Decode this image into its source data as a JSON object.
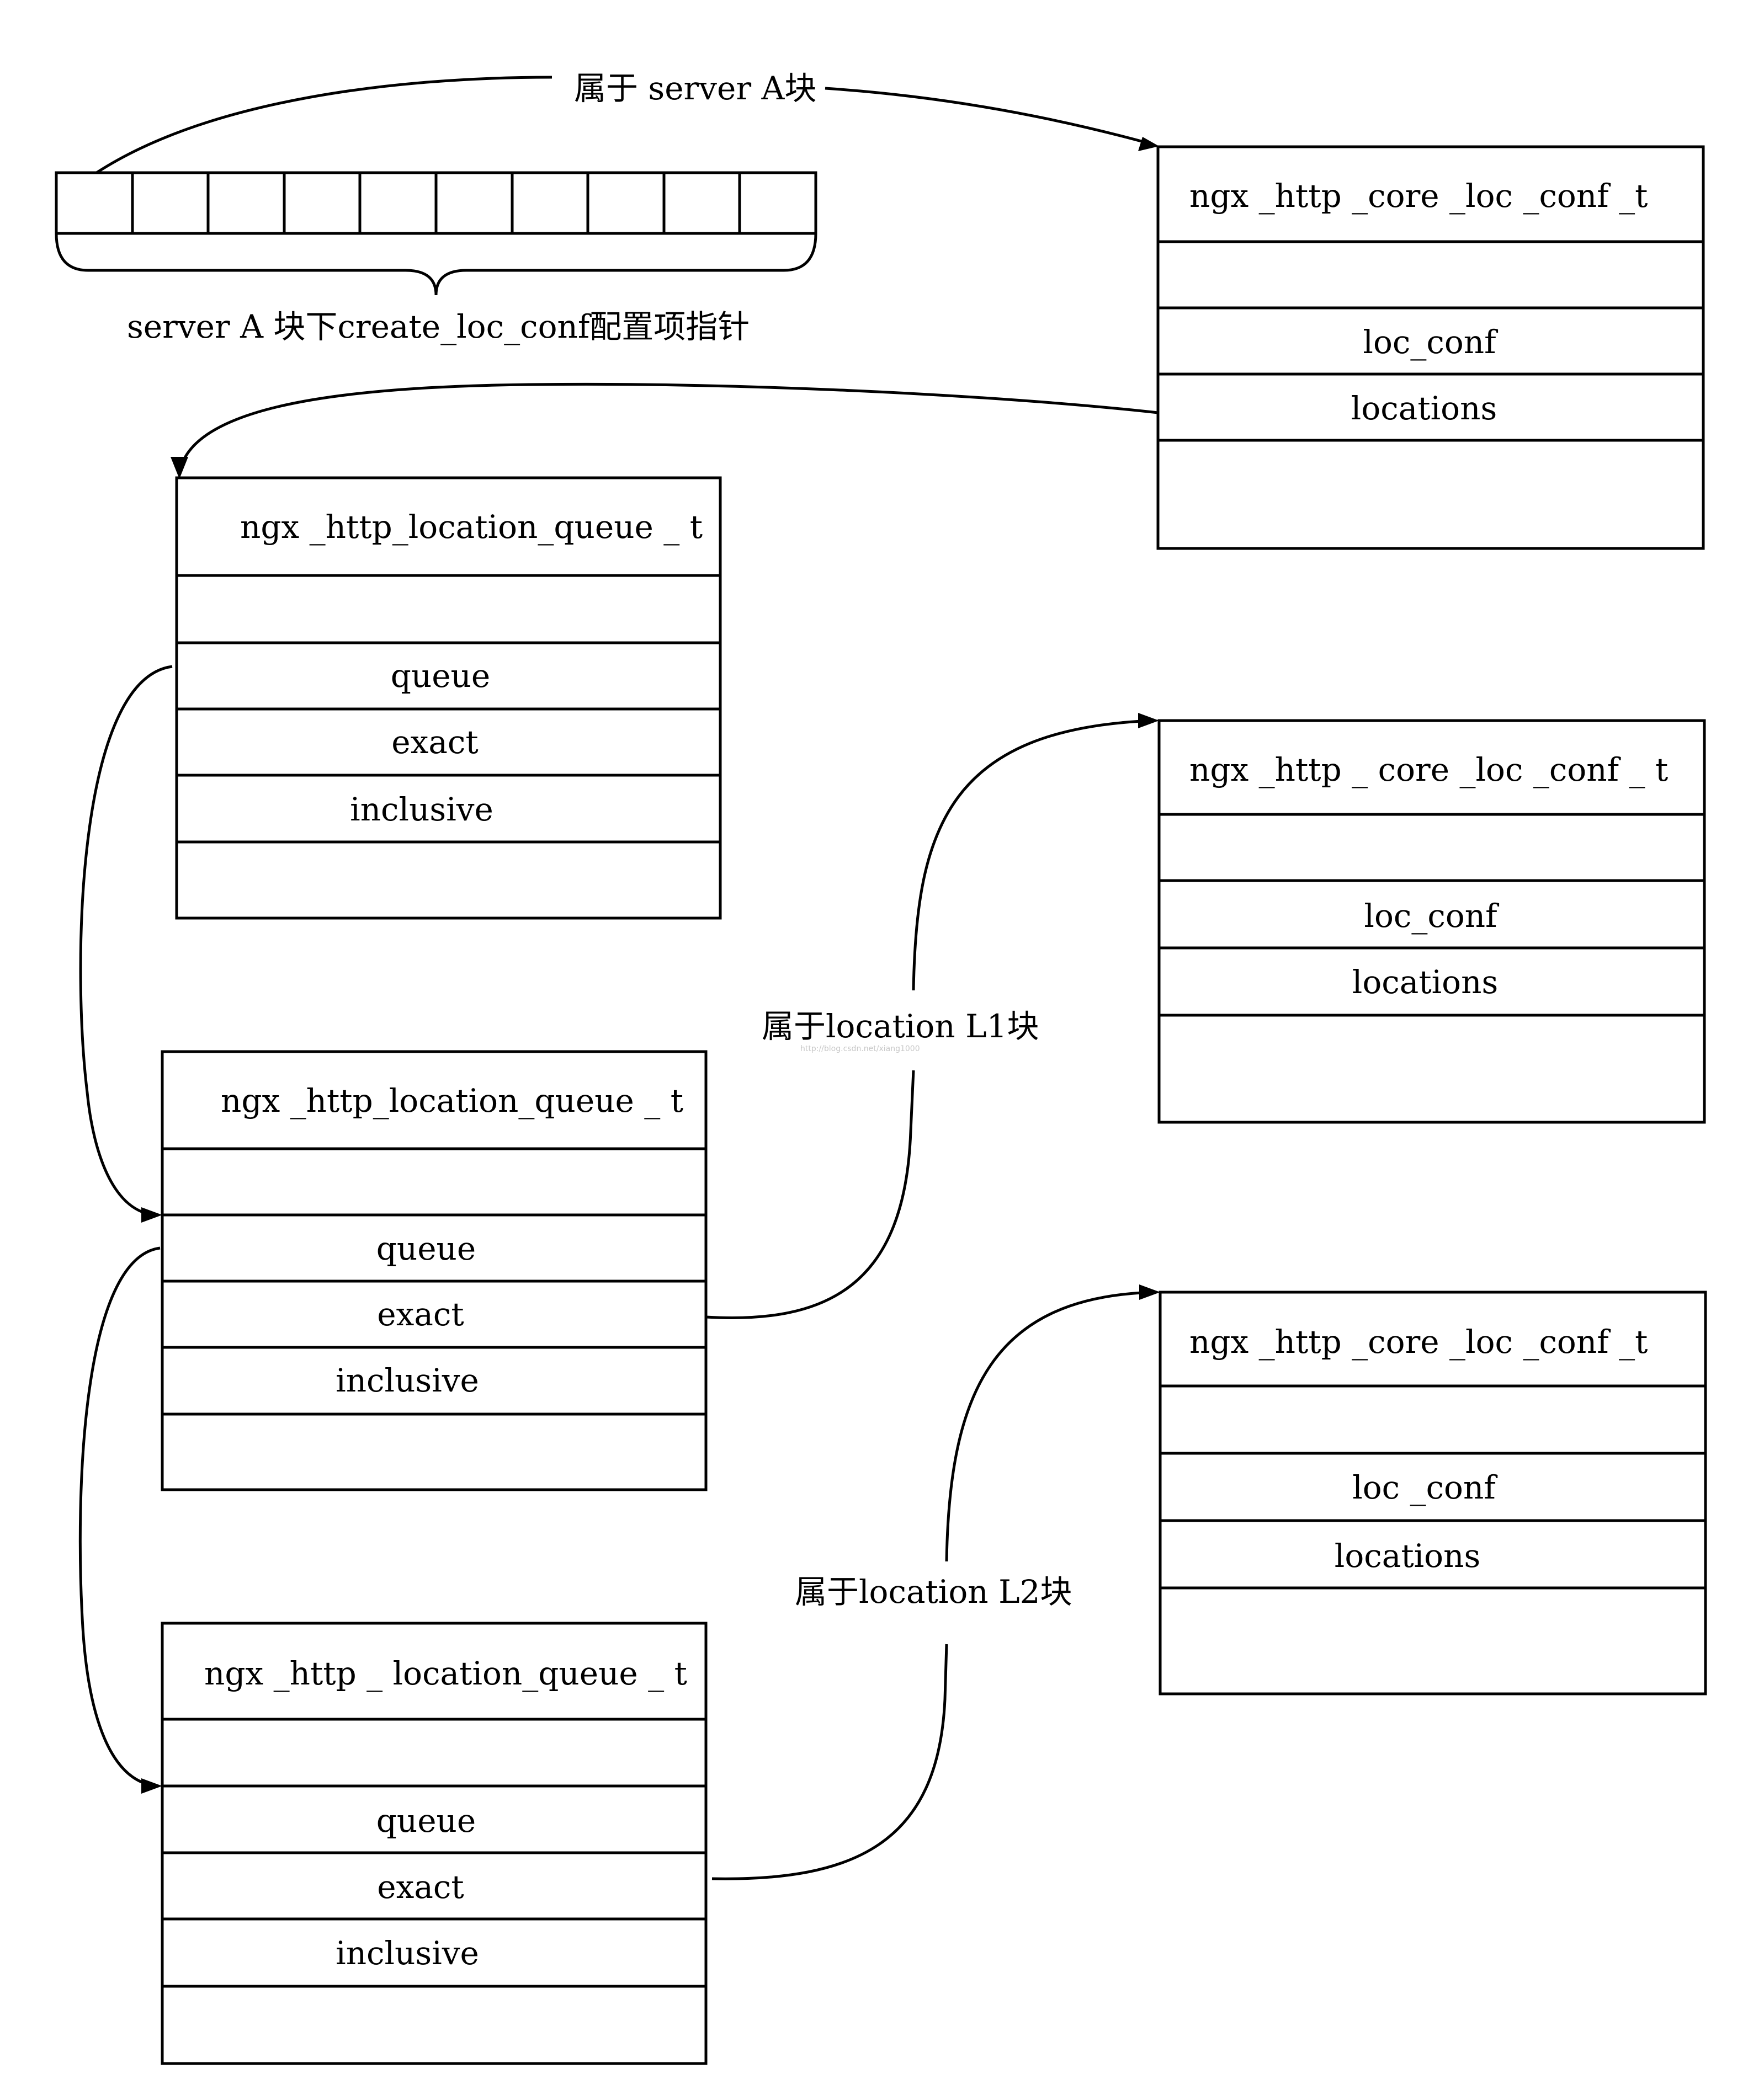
{
  "labels": {
    "server_a_belongs": "属于 server A块",
    "server_a_pointers": "server A 块下create_loc_conf配置项指针",
    "location_l1_belongs": "属于location L1块",
    "location_l2_belongs": "属于location L2块"
  },
  "core_loc_conf_1": {
    "title": "ngx _http _core _loc _conf _t",
    "rows": [
      "",
      "loc_conf",
      "locations",
      ""
    ]
  },
  "core_loc_conf_2": {
    "title": "ngx _http _ core _loc _conf _ t",
    "rows": [
      "",
      "loc_conf",
      "locations",
      ""
    ]
  },
  "core_loc_conf_3": {
    "title": "ngx _http _core _loc _conf _t",
    "rows": [
      "",
      "loc _conf",
      "locations",
      ""
    ]
  },
  "location_queue_1": {
    "title": "ngx _http_location_queue _ t",
    "rows": [
      "",
      "queue",
      "exact",
      "inclusive",
      ""
    ]
  },
  "location_queue_2": {
    "title": "ngx _http_location_queue _ t",
    "rows": [
      "",
      "queue",
      "exact",
      "inclusive",
      ""
    ]
  },
  "location_queue_3": {
    "title": "ngx _http _ location_queue _ t",
    "rows": [
      "",
      "queue",
      "exact",
      "inclusive",
      ""
    ]
  },
  "pointer_array": {
    "cell_count": 10
  },
  "watermark": "http://blog.csdn.net/xiang1000"
}
